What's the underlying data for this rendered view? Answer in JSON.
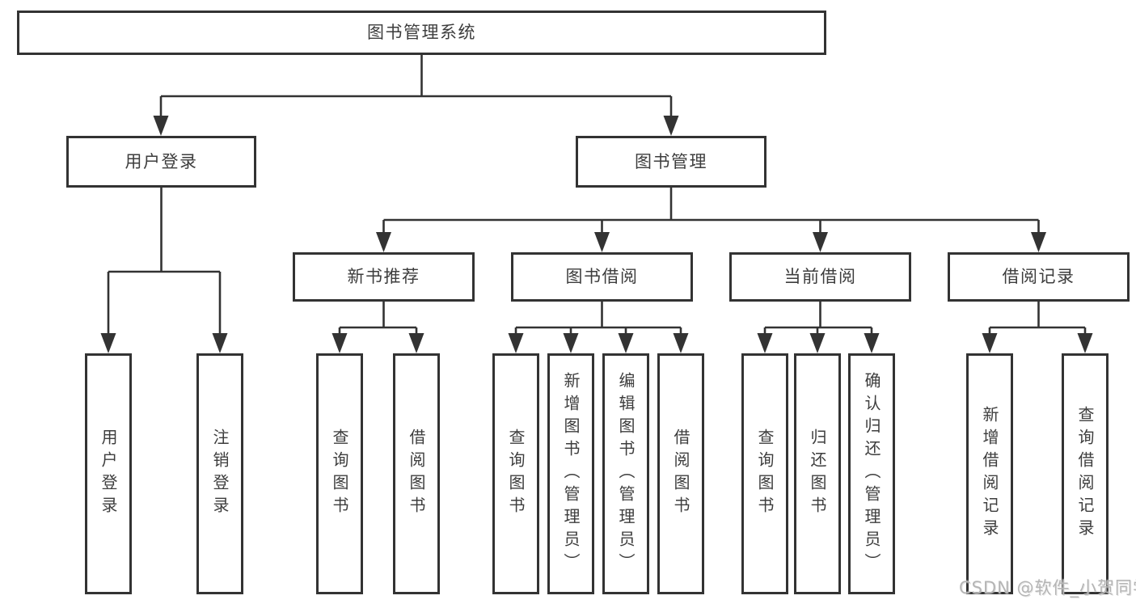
{
  "tree": {
    "label": "图书管理系统",
    "children": [
      {
        "label": "用户登录",
        "children": [
          {
            "label": "用户登录"
          },
          {
            "label": "注销登录"
          }
        ]
      },
      {
        "label": "图书管理",
        "children": [
          {
            "label": "新书推荐",
            "children": [
              {
                "label": "查询图书"
              },
              {
                "label": "借阅图书"
              }
            ]
          },
          {
            "label": "图书借阅",
            "children": [
              {
                "label": "查询图书"
              },
              {
                "label": "新增图书（管理员）"
              },
              {
                "label": "编辑图书（管理员）"
              },
              {
                "label": "借阅图书"
              }
            ]
          },
          {
            "label": "当前借阅",
            "children": [
              {
                "label": "查询图书"
              },
              {
                "label": "归还图书"
              },
              {
                "label": "确认归还（管理员）"
              }
            ]
          },
          {
            "label": "借阅记录",
            "children": [
              {
                "label": "新增借阅记录"
              },
              {
                "label": "查询借阅记录"
              }
            ]
          }
        ]
      }
    ]
  },
  "watermark": "CSDN @软件_小贺同学",
  "colors": {
    "line": "#333333",
    "text": "#3d3d3d",
    "watermark": "#b5b5b5",
    "background": "#ffffff"
  }
}
